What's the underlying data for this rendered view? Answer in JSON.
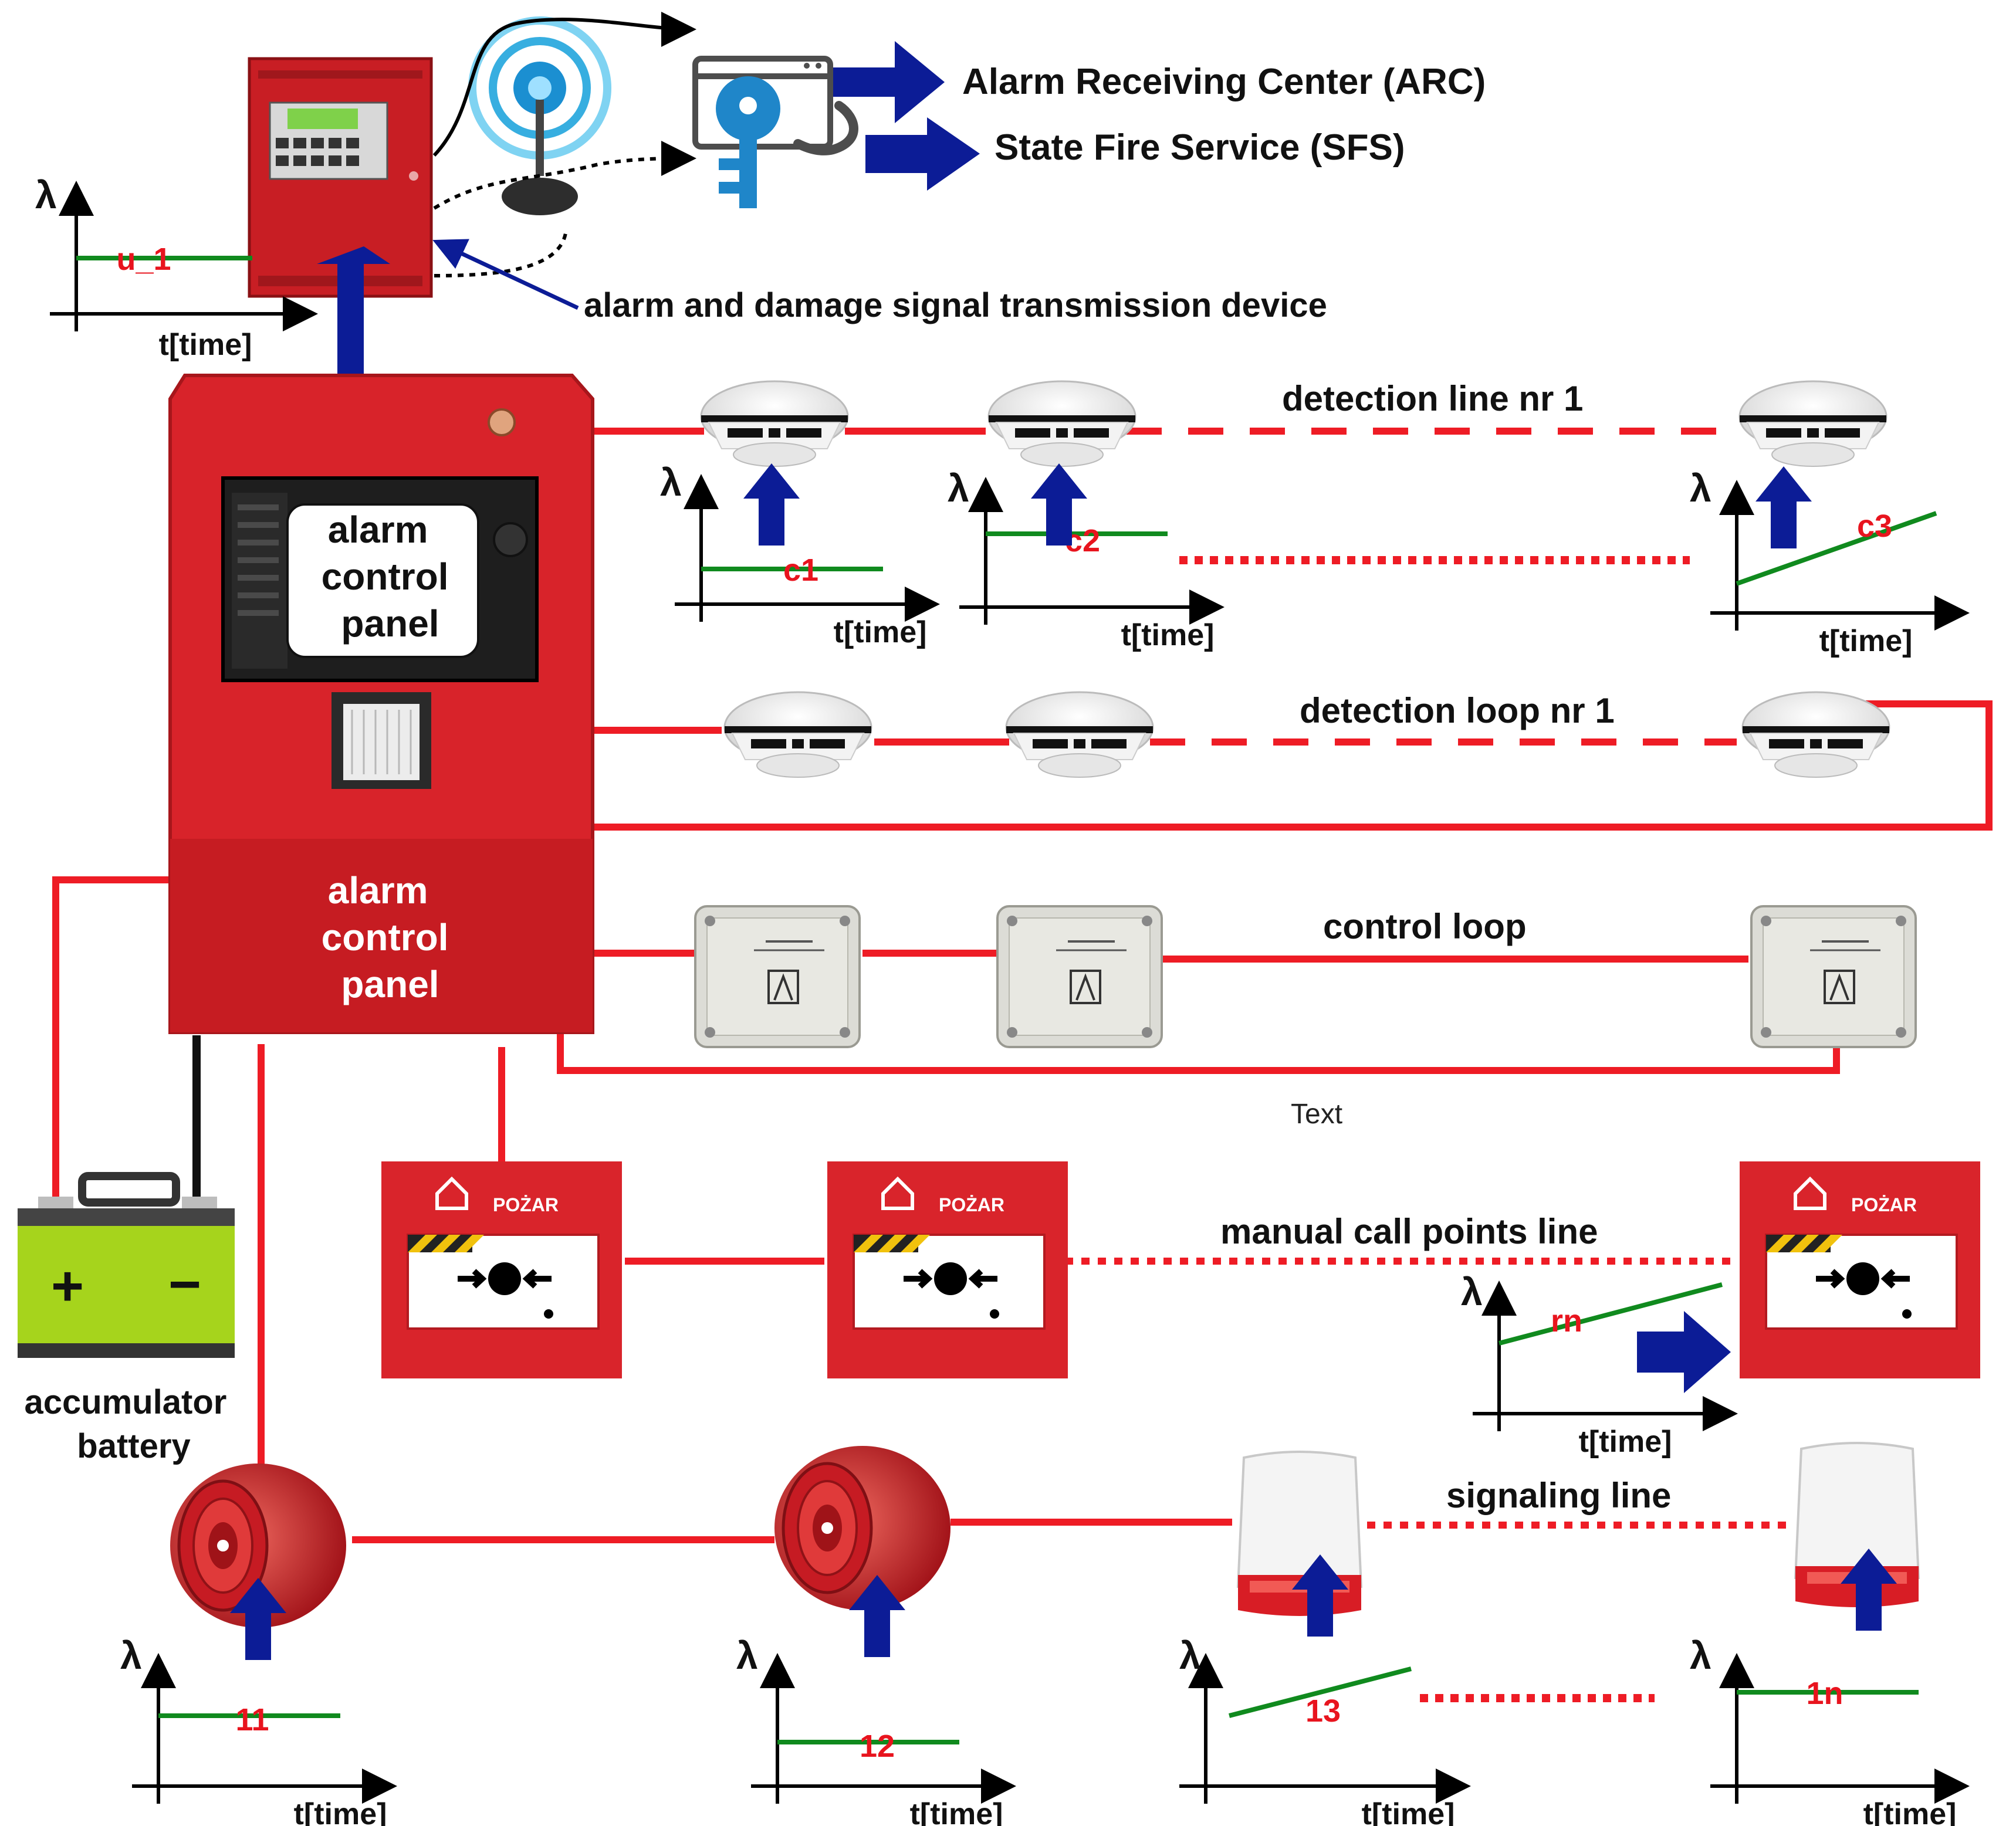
{
  "colors": {
    "wire_red": "#ee1c25",
    "panel_red": "#d8232a",
    "signal_green": "#108a1e",
    "arrow_blue": "#0c1c96",
    "param_red": "#e8141e",
    "battery_green": "#a6d41c"
  },
  "icons": {
    "panel": "fire-alarm-panel-icon",
    "transmitter": "signal-transmitter-icon",
    "antenna": "radio-antenna-icon",
    "key_phone": "key-phone-icon",
    "detector": "smoke-detector-icon",
    "module": "control-module-icon",
    "call_point": "manual-call-point-icon",
    "sounder": "sounder-horn-icon",
    "siren": "strobe-siren-icon",
    "battery": "accumulator-battery-icon"
  },
  "labels": {
    "arc": "Alarm Receiving Center (ARC)",
    "sfs": "State Fire Service (SFS)",
    "transmission_device": "alarm and damage signal transmission device",
    "panel_screen": [
      "alarm",
      "control",
      "panel"
    ],
    "panel_body": [
      "alarm",
      "control",
      "panel"
    ],
    "detection_line": "detection line nr 1",
    "detection_loop": "detection loop nr 1",
    "control_loop": "control loop",
    "stray_text": "Text",
    "manual_call_points": "manual call points line",
    "battery": [
      "accumulator",
      "battery"
    ],
    "signaling_line": "signaling line",
    "call_point_brand": "POŻAR",
    "battery_plus": "+",
    "battery_minus": "−"
  },
  "graphs": {
    "lambda": "λ",
    "time": "t[time]",
    "items": [
      {
        "key": "u",
        "param": "u_1"
      },
      {
        "key": "c1",
        "param": "c1"
      },
      {
        "key": "c2",
        "param": "c2"
      },
      {
        "key": "c3",
        "param": "c3"
      },
      {
        "key": "rn",
        "param": "rn"
      },
      {
        "key": "g11",
        "param": "11"
      },
      {
        "key": "g12",
        "param": "12"
      },
      {
        "key": "g13",
        "param": "13"
      },
      {
        "key": "g1n",
        "param": "1n"
      }
    ]
  }
}
